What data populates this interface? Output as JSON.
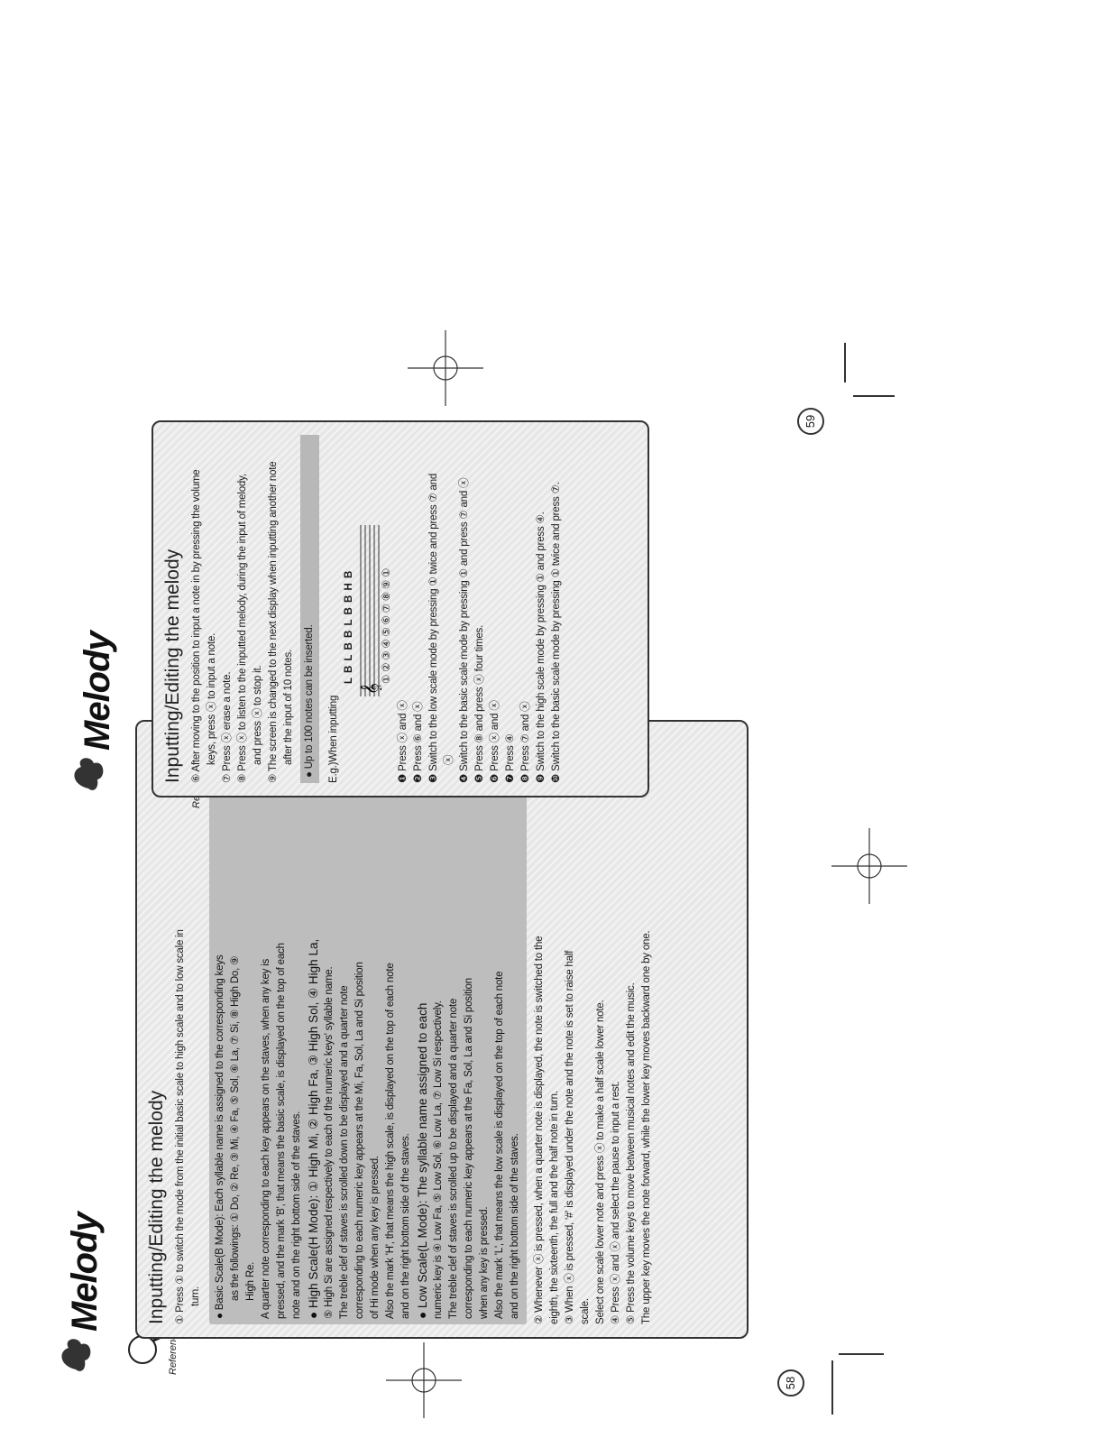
{
  "brand": "Melody",
  "reference_label": "Reference",
  "left": {
    "heading": "Inputting/Editing the melody",
    "lines": [
      "① Press ① to switch the mode from the initial basic scale to high scale and to low scale in",
      "turn.",
      "● Basic Scale(B Mode): Each syllable name is assigned to the corresponding keys",
      "as the followings: ① Do, ② Re, ③ Mi, ④ Fa, ⑤ Sol, ⑥ La, ⑦ Si, ⑧ High Do, ⑨",
      "High Re.",
      "A quarter note corresponding to each key appears on the staves, when any key is",
      "pressed, and the mark 'B', that means the basic scale, is displayed on the top of each",
      "note and on the right bottom side of the staves.",
      "● High Scale(H Mode): ① High Mi, ② High Fa, ③ High Sol, ④ High La,",
      "⑤ High Si are assigned respectively to each of the numeric keys' syllable name.",
      "The treble clef of staves is scrolled down to be displayed and a quarter note",
      "corresponding to each numeric key appears at the Mi, Fa, Sol, La and Si position",
      "of Hi mode when any key is pressed.",
      "Also the mark 'H', that means the high scale, is displayed on the top of each note",
      "and on the right bottom side of the staves.",
      "● Low Scale(L Mode): The syllable name assigned to each",
      "numeric key is ④ Low Fa, ⑤ Low Sol, ⑥ Low La, ⑦ Low Si respectively.",
      "The treble clef of staves is scrolled up to be displayed and a quarter note",
      "corresponding to each numeric key appears at the Fa, Sol, La and Si position",
      "when any key is pressed.",
      "Also the mark 'L', that means the low scale is displayed on the top of each note",
      "and on the right bottom side of the staves.",
      "② Whenever ⓧ is pressed, when a quarter note is displayed, the note is switched to the",
      "eighth, the sixteenth, the full and the half note in turn.",
      "③ When ⓧ is pressed, '#' is displayed under the note and the note is set to raise half",
      "scale.",
      "Select one scale lower note and press ⓧ to make a half scale lower note.",
      "④ Press ⓧ and ⓧ and select the pause to input a rest.",
      "⑤ Press the volume keys to move between musical notes and edit the music.",
      "The upper key moves the note forward, while the lower key moves backward one by one."
    ],
    "page_number": "58"
  },
  "right": {
    "heading": "Inputting/Editing the melody",
    "lines": [
      "⑥ After moving to the position to input a note in by pressing the volume",
      "keys, press ⓧ to input a note.",
      "⑦ Press ⓧ erase a note.",
      "⑧ Press ⓧ to listen to the inputted melody, during the input of melody,",
      "and press ⓧ to stop it.",
      "⑨ The screen is changed to the next display when inputting another note",
      "after the input of 10 notes."
    ],
    "banner": "● Up to 100 notes can be inserted.",
    "example_label": "E.g.)When inputting",
    "staff_letters": "L B L B B L B B H B",
    "staff_numbers": "① ② ③ ④ ⑤ ⑥ ⑦ ⑧ ⑨ ①",
    "steps": [
      "❶ Press ⓧ and ⓧ",
      "❷ Press ⑥ and ⓧ",
      "❸ Switch to the low scale mode by pressing ① twice and press ⑦ and",
      "ⓧ",
      "❹ Switch to the basic scale mode by pressing ① and press ⑦ and ⓧ",
      "❺ Press ⑧ and press ⓧ four times.",
      "❻ Press ⓧ and ⓧ",
      "❼ Press ④",
      "❽ Press ⑦ and ⓧ",
      "❾ Switch to the high scale mode by pressing ① and press ④.",
      "❿ Switch to the basic scale mode by pressing ① twice and press ⑦."
    ],
    "page_number": "59"
  },
  "colors": {
    "panel_border": "#333333",
    "shade": "#bdbdbd",
    "ink": "#1a1a1a"
  }
}
